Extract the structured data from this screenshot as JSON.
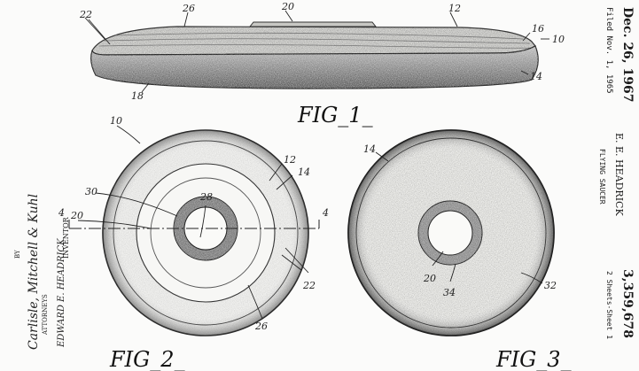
{
  "patent": {
    "date": "Dec. 26, 1967",
    "inventor_header": "E. E. HEADRICK",
    "number": "3,359,678",
    "filed": "Filed Nov. 1, 1965",
    "title": "FLYING SAUCER",
    "sheets": "2 Sheets-Sheet 1"
  },
  "figures": {
    "fig1": "FIG_1_",
    "fig2": "FIG_2_",
    "fig3": "FIG_3_"
  },
  "signature": {
    "inventor_name": "EDWARD E. HEADRICK",
    "inventor_label": "INVENTOR",
    "by": "BY",
    "attorneys_signature": "Carlisle, Mitchell & Kuhl",
    "attorneys_label": "ATTORNEYS"
  },
  "references": {
    "r10a": "10",
    "r12a": "12",
    "r14a": "14",
    "r16": "16",
    "r18": "18",
    "r20a": "20",
    "r22a": "22",
    "r26a": "26",
    "r10b": "10",
    "r12b": "12",
    "r14b": "14",
    "r20b": "20",
    "r22b": "22",
    "r26b": "26",
    "r28": "28",
    "r30": "30",
    "r4l": "4",
    "r4r": "4",
    "r14c": "14",
    "r20c": "20",
    "r32": "32",
    "r34": "34"
  }
}
